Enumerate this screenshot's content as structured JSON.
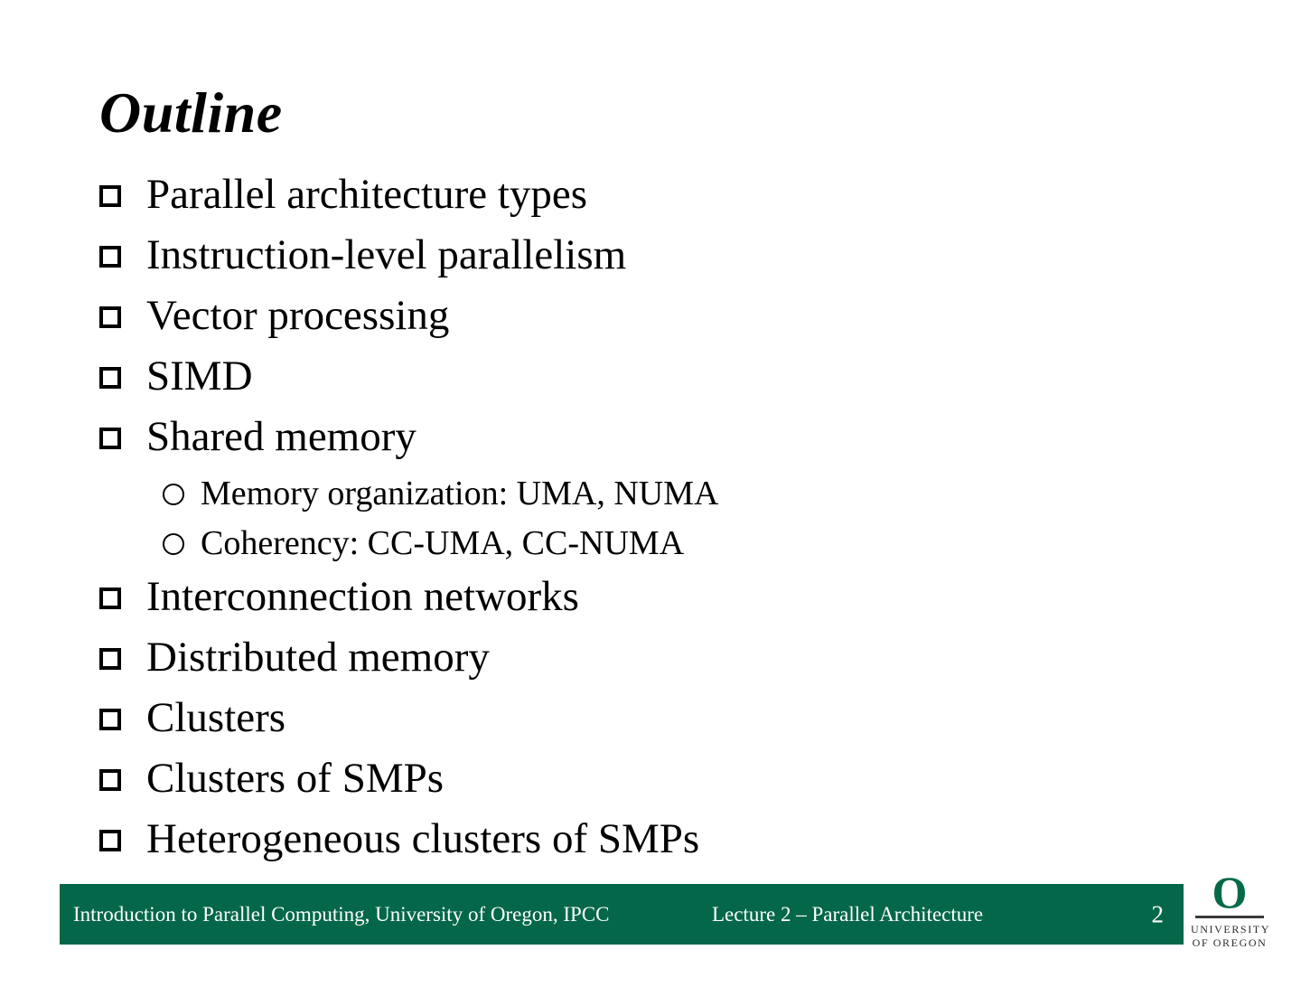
{
  "slide": {
    "title": "Outline",
    "bullets": [
      {
        "level": 1,
        "marker": "hollow-square",
        "text": "Parallel architecture types"
      },
      {
        "level": 1,
        "marker": "hollow-square",
        "text": "Instruction-level parallelism"
      },
      {
        "level": 1,
        "marker": "hollow-square",
        "text": "Vector processing"
      },
      {
        "level": 1,
        "marker": "hollow-square",
        "text": "SIMD"
      },
      {
        "level": 1,
        "marker": "hollow-square",
        "text": "Shared memory"
      },
      {
        "level": 2,
        "marker": "hollow-circle",
        "text": "Memory organization: UMA, NUMA"
      },
      {
        "level": 2,
        "marker": "hollow-circle",
        "text": "Coherency: CC-UMA, CC-NUMA"
      },
      {
        "level": 1,
        "marker": "hollow-square",
        "text": "Interconnection networks"
      },
      {
        "level": 1,
        "marker": "hollow-square",
        "text": "Distributed memory"
      },
      {
        "level": 1,
        "marker": "hollow-square",
        "text": "Clusters"
      },
      {
        "level": 1,
        "marker": "hollow-square",
        "text": "Clusters of SMPs"
      },
      {
        "level": 1,
        "marker": "hollow-square",
        "text": "Heterogeneous clusters of SMPs"
      }
    ]
  },
  "footer": {
    "left": "Introduction to Parallel Computing, University of Oregon, IPCC",
    "center": "Lecture 2 – Parallel Architecture",
    "page_number": "2",
    "bar_color": "#04674A"
  },
  "logo": {
    "mark": "O",
    "line1": "UNIVERSITY",
    "line2": "OF OREGON",
    "color": "#046A4A"
  }
}
